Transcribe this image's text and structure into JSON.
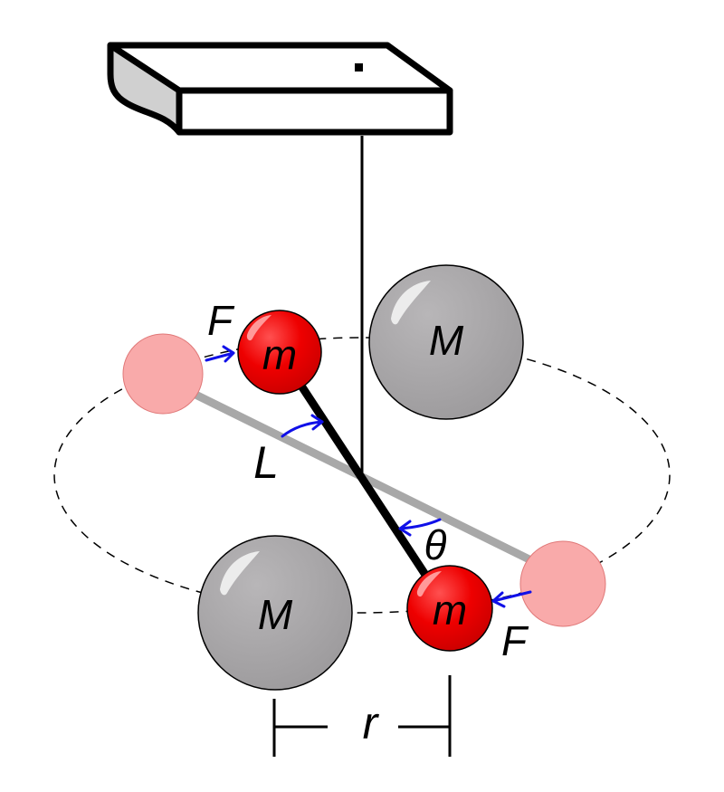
{
  "labels": {
    "small_mass": "m",
    "large_mass": "M",
    "force": "F",
    "arm_length": "L",
    "angle": "θ",
    "separation": "r"
  },
  "colors": {
    "small_mass": "#ee0000",
    "small_mass_ghost": "#f9aaaa",
    "large_mass": "#a3a3a3",
    "force_arrow": "#1010e8",
    "rod": "#000000",
    "rod_ghost": "#a8a8a8",
    "support_side": "#d0d0d0"
  }
}
